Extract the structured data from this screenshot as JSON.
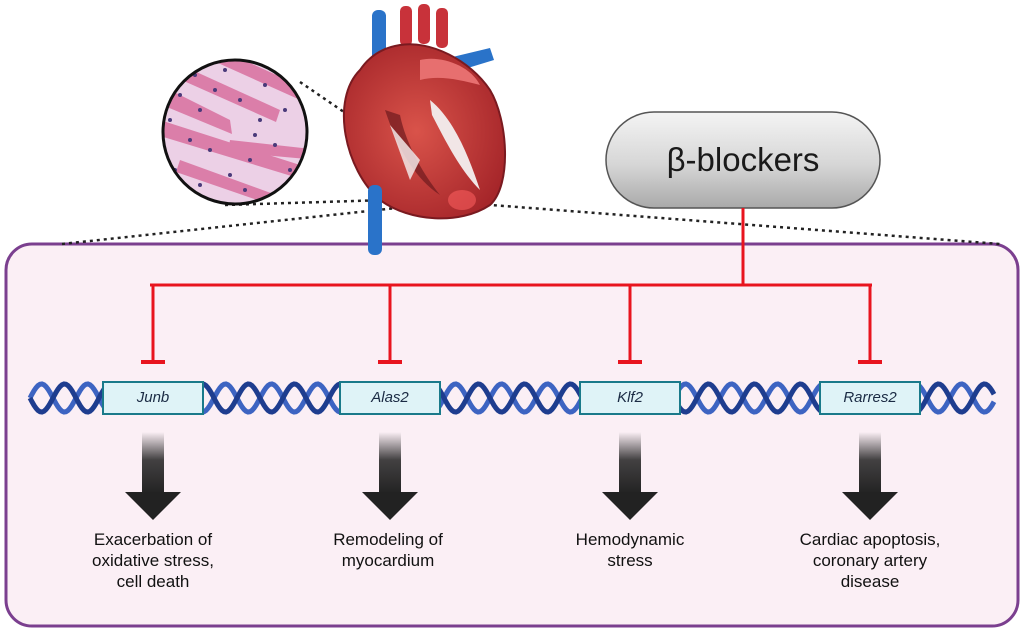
{
  "drug": {
    "label": "β-blockers"
  },
  "genes": [
    {
      "name": "Junb",
      "outcome": "Exacerbation of\noxidative stress,\ncell death"
    },
    {
      "name": "Alas2",
      "outcome": "Remodeling of\nmyocardium"
    },
    {
      "name": "Klf2",
      "outcome": "Hemodynamic\nstress"
    },
    {
      "name": "Rarres2",
      "outcome": "Cardiac apoptosis,\ncoronary artery\ndisease"
    }
  ],
  "colors": {
    "inhibition": "#e8141e",
    "panel_fill": "#fbeff5",
    "panel_border": "#7b3f8f",
    "dna_strand": "#1e3d8f",
    "gene_box_fill": "#dff3f7",
    "gene_box_border": "#1a7a8a",
    "arrow": "#222222",
    "pill_fill": "#d9d9d9"
  },
  "icons": {
    "heart": "heart-cross-section-icon",
    "histology": "cardiac-tissue-micrograph-icon",
    "dna": "dna-double-helix-icon"
  }
}
